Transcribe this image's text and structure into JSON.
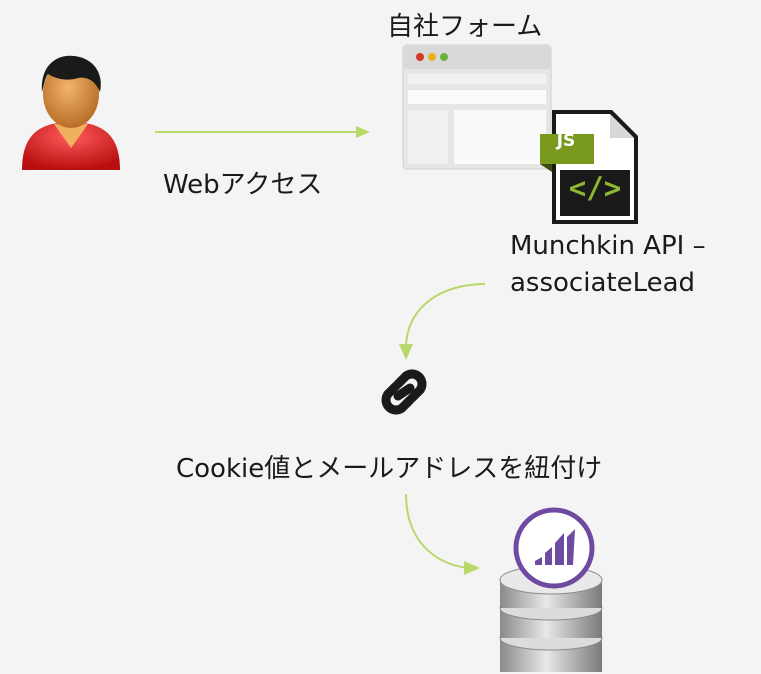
{
  "labels": {
    "form_title": "自社フォーム",
    "web_access": "Webアクセス",
    "api_line1": "Munchkin API –",
    "api_line2": "associateLead",
    "link_caption": "Cookie値とメールアドレスを紐付け",
    "js_badge": "JS",
    "code_glyph": "</>"
  },
  "icons": {
    "user": "user-avatar-icon",
    "browser": "browser-window-icon",
    "js_file": "javascript-file-icon",
    "link": "chain-link-icon",
    "database": "database-icon",
    "marketo": "marketo-logo-icon"
  },
  "colors": {
    "background": "#f4f4f4",
    "arrow": "#b8d86a",
    "js_green": "#7a9a1e",
    "marketo_purple": "#6e4ba0",
    "user_red": "#d42020"
  }
}
